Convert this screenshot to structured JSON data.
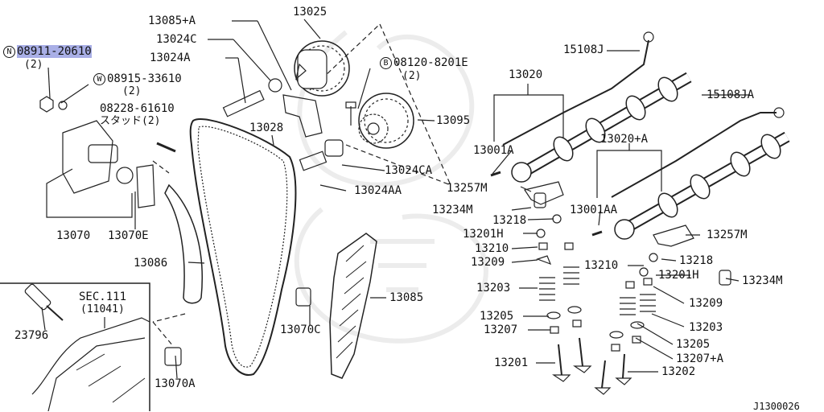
{
  "labels": {
    "l13025": "13025",
    "l13085a": "13085+A",
    "l13024c": "13024C",
    "l13024a": "13024A",
    "l13028": "13028",
    "l13024ca": "13024CA",
    "l13024aa": "13024AA",
    "l13095": "13095",
    "l15108j": "15108J",
    "l13020": "13020",
    "l15108ja": "15108JA",
    "l13001a": "13001A",
    "l13020a": "13020+A",
    "l13257m_a": "13257M",
    "l13234m_a": "13234M",
    "l13218_a": "13218",
    "l13001aa": "13001AA",
    "l13201h_a": "13201H",
    "l13210_a": "13210",
    "l13209_a": "13209",
    "l13203_a": "13203",
    "l13205_a": "13205",
    "l13207_a": "13207",
    "l13201": "13201",
    "l13257m_b": "13257M",
    "l13218_b": "13218",
    "l13210_b": "13210",
    "l13201h_b": "13201H",
    "l13234m_b": "13234M",
    "l13209_b": "13209",
    "l13203_b": "13203",
    "l13205_b": "13205",
    "l13207a": "13207+A",
    "l13202": "13202",
    "l13070": "13070",
    "l13070e": "13070E",
    "l13086": "13086",
    "l13085": "13085",
    "l13070c": "13070C",
    "l13070a": "13070A",
    "l23796": "23796",
    "lsec": "SEC.111",
    "lsecnum": "(11041)",
    "ln_part": "08911-20610",
    "ln_qty": "(2)",
    "lw_part": "08915-33610",
    "lw_qty": "(2)",
    "lb_part": "08120-8201E",
    "lb_qty": "(2)",
    "lstud_part": "08228-61610",
    "lstud_txt": "スタッド(2)",
    "lref": "J1300026"
  },
  "markers": {
    "n": "N",
    "w": "W",
    "b": "B"
  },
  "colors": {
    "line": "#222222",
    "highlight": "#a9afe6",
    "watermark": "#ececec"
  }
}
